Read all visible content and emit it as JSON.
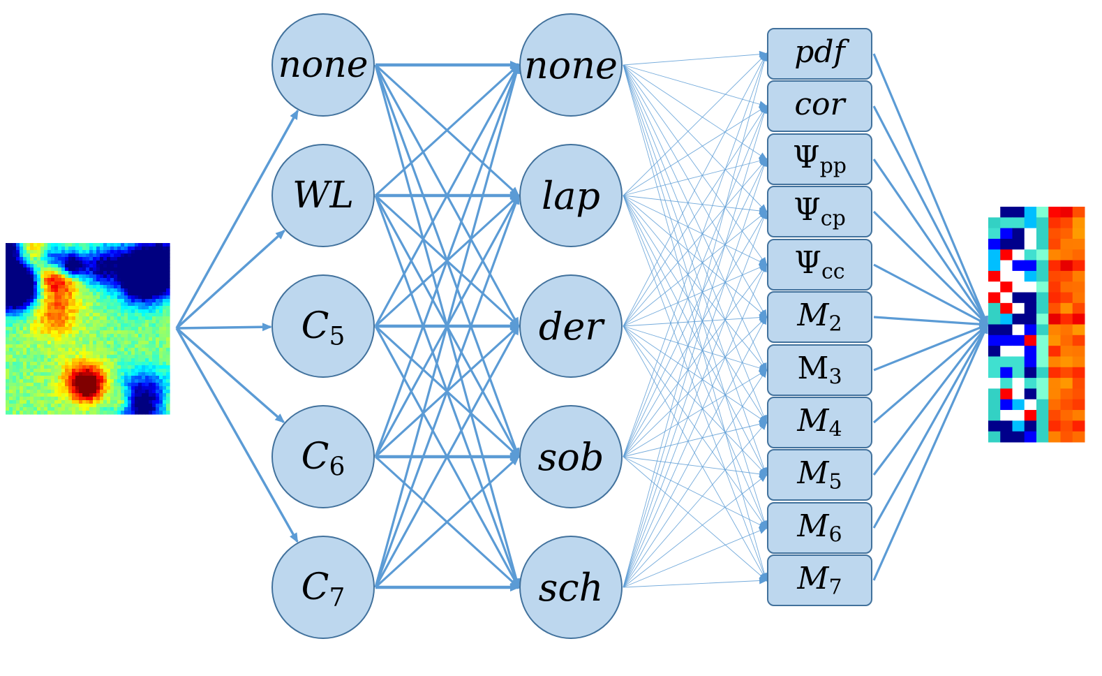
{
  "colors": {
    "edge": "#5b9bd5",
    "node_fill": "#bdd7ee",
    "node_stroke": "#41719c",
    "text": "#000000"
  },
  "input_image": {
    "icon": "random-field-heatmap"
  },
  "output_image": {
    "icon": "feature-matrix-heatmap"
  },
  "layer1": [
    {
      "id": "none",
      "label": "none"
    },
    {
      "id": "wl",
      "label": "WL"
    },
    {
      "id": "c5",
      "label": "C",
      "sub": "5"
    },
    {
      "id": "c6",
      "label": "C",
      "sub": "6"
    },
    {
      "id": "c7",
      "label": "C",
      "sub": "7"
    }
  ],
  "layer2": [
    {
      "id": "none",
      "label": "none"
    },
    {
      "id": "lap",
      "label": "lap"
    },
    {
      "id": "der",
      "label": "der"
    },
    {
      "id": "sob",
      "label": "sob"
    },
    {
      "id": "sch",
      "label": "sch"
    }
  ],
  "layer3": [
    {
      "id": "pdf",
      "label": "pdf"
    },
    {
      "id": "cor",
      "label": "cor"
    },
    {
      "id": "psi-pp",
      "label": "Ψ",
      "sub": "pp",
      "upright": true
    },
    {
      "id": "psi-cp",
      "label": "Ψ",
      "sub": "cp",
      "upright": true
    },
    {
      "id": "psi-cc",
      "label": "Ψ",
      "sub": "cc",
      "upright": true
    },
    {
      "id": "m2",
      "label": "M",
      "sub": "2"
    },
    {
      "id": "m3",
      "label": "M",
      "sub": "3",
      "upright": true
    },
    {
      "id": "m4",
      "label": "M",
      "sub": "4"
    },
    {
      "id": "m5",
      "label": "M",
      "sub": "5"
    },
    {
      "id": "m6",
      "label": "M",
      "sub": "6"
    },
    {
      "id": "m7",
      "label": "M",
      "sub": "7"
    }
  ]
}
